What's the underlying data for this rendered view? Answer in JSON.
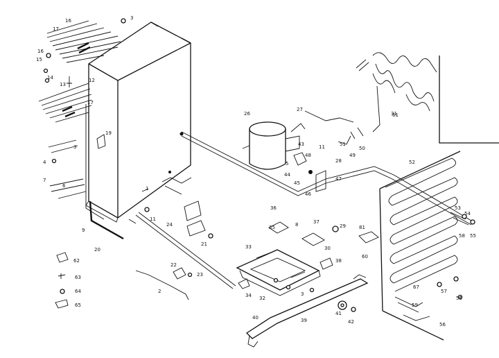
{
  "callouts": [
    {
      "id": "c1",
      "label": "1"
    },
    {
      "id": "c2",
      "label": "2"
    },
    {
      "id": "c3a",
      "label": "3"
    },
    {
      "id": "c3b",
      "label": "3"
    },
    {
      "id": "c3c",
      "label": "3"
    },
    {
      "id": "c4",
      "label": "4"
    },
    {
      "id": "c5",
      "label": "5"
    },
    {
      "id": "c6",
      "label": "6"
    },
    {
      "id": "c7",
      "label": "7"
    },
    {
      "id": "c8",
      "label": "8"
    },
    {
      "id": "c9",
      "label": "9"
    },
    {
      "id": "c11a",
      "label": "11"
    },
    {
      "id": "c11b",
      "label": "11"
    },
    {
      "id": "c12",
      "label": "12"
    },
    {
      "id": "c13",
      "label": "13"
    },
    {
      "id": "c14",
      "label": "14"
    },
    {
      "id": "c15",
      "label": "15"
    },
    {
      "id": "c16",
      "label": "16"
    },
    {
      "id": "c16b",
      "label": "16"
    },
    {
      "id": "c17a",
      "label": "17"
    },
    {
      "id": "c17b",
      "label": "17"
    },
    {
      "id": "c19",
      "label": "19"
    },
    {
      "id": "c20",
      "label": "20"
    },
    {
      "id": "c21",
      "label": "21"
    },
    {
      "id": "c22",
      "label": "22"
    },
    {
      "id": "c23",
      "label": "23"
    },
    {
      "id": "c24",
      "label": "24"
    },
    {
      "id": "c26",
      "label": "26"
    },
    {
      "id": "c27",
      "label": "27"
    },
    {
      "id": "c28",
      "label": "28"
    },
    {
      "id": "c29",
      "label": "29"
    },
    {
      "id": "c30",
      "label": "30"
    },
    {
      "id": "c31",
      "label": "31"
    },
    {
      "id": "c32",
      "label": "32"
    },
    {
      "id": "c33",
      "label": "33"
    },
    {
      "id": "c34",
      "label": "34"
    },
    {
      "id": "c35",
      "label": "35"
    },
    {
      "id": "c36",
      "label": "36"
    },
    {
      "id": "c37",
      "label": "37"
    },
    {
      "id": "c38",
      "label": "38"
    },
    {
      "id": "c39",
      "label": "39"
    },
    {
      "id": "c40",
      "label": "40"
    },
    {
      "id": "c41",
      "label": "41"
    },
    {
      "id": "c42",
      "label": "42"
    },
    {
      "id": "c43",
      "label": "43"
    },
    {
      "id": "c44",
      "label": "44"
    },
    {
      "id": "c45",
      "label": "45"
    },
    {
      "id": "c46",
      "label": "46"
    },
    {
      "id": "c47",
      "label": "47"
    },
    {
      "id": "c48",
      "label": "48"
    },
    {
      "id": "c49",
      "label": "49"
    },
    {
      "id": "c50",
      "label": "50"
    },
    {
      "id": "c51",
      "label": "51"
    },
    {
      "id": "c52",
      "label": "52"
    },
    {
      "id": "c53",
      "label": "53"
    },
    {
      "id": "c54",
      "label": "54"
    },
    {
      "id": "c55a",
      "label": "55"
    },
    {
      "id": "c55b",
      "label": "55"
    },
    {
      "id": "c56",
      "label": "56"
    },
    {
      "id": "c57",
      "label": "57"
    },
    {
      "id": "c58",
      "label": "58"
    },
    {
      "id": "c59",
      "label": "59"
    },
    {
      "id": "c60",
      "label": "60"
    },
    {
      "id": "c61",
      "label": "61"
    },
    {
      "id": "c62",
      "label": "62"
    },
    {
      "id": "c63",
      "label": "63"
    },
    {
      "id": "c64",
      "label": "64"
    },
    {
      "id": "c65",
      "label": "65"
    },
    {
      "id": "c67",
      "label": "67"
    },
    {
      "id": "c81",
      "label": "81"
    }
  ]
}
